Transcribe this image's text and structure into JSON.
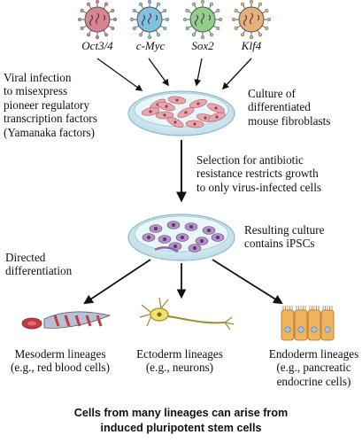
{
  "viruses": [
    {
      "label": "Oct3/4",
      "color": "#d5868f"
    },
    {
      "label": "c-Myc",
      "color": "#7fc3df"
    },
    {
      "label": "Sox2",
      "color": "#8fd08a"
    },
    {
      "label": "Klf4",
      "color": "#e7b077"
    }
  ],
  "annotations": {
    "viral_infection": "Viral infection\nto misexpress\npioneer regulatory\ntranscription factors\n(Yamanaka factors)",
    "culture_fibroblasts": "Culture of\ndifferentiated\nmouse fibroblasts",
    "selection": "Selection for antibiotic\nresistance restricts growth\nto only virus-infected cells",
    "resulting_culture": "Resulting culture\ncontains iPSCs",
    "directed_differentiation": "Directed\ndifferentiation"
  },
  "lineages": {
    "mesoderm": "Mesoderm lineages\n(e.g., red blood cells)",
    "ectoderm": "Ectoderm lineages\n(e.g., neurons)",
    "endoderm": "Endoderm lineages\n(e.g., pancreatic\nendocrine cells)"
  },
  "caption": "Cells from many lineages can arise from\ninduced pluripotent stem cells",
  "colors": {
    "dish_rim": "#b9dbe8",
    "fibroblast": "#e6a6ac",
    "ipsc": "#b391c5",
    "red_blood": "#c13c41",
    "neuron": "#f1e06a",
    "endocrine": "#f1b35c"
  }
}
